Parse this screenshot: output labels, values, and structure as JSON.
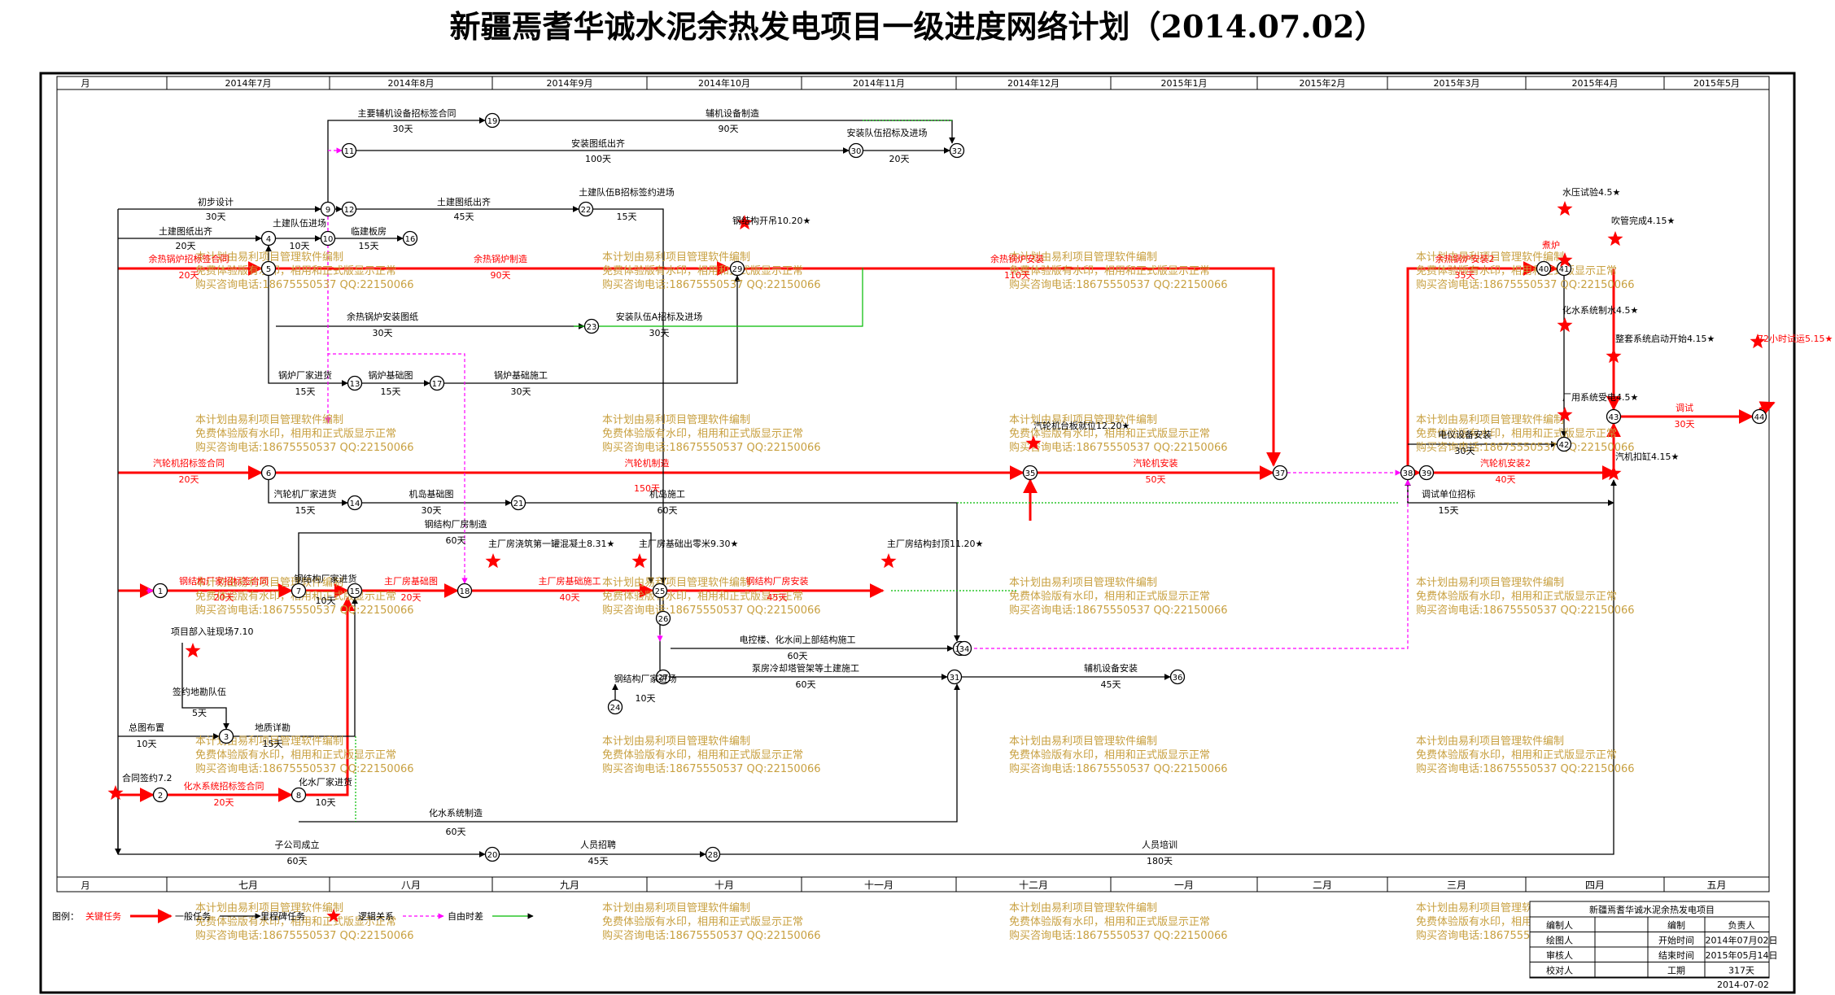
{
  "title": "新疆焉耆华诚水泥余热发电项目一级进度网络计划（2014.07.02）",
  "header": {
    "top_row_label": "月",
    "top_months": [
      "2014年7月",
      "2014年8月",
      "2014年9月",
      "2014年10月",
      "2014年11月",
      "2014年12月",
      "2015年1月",
      "2015年2月",
      "2015年3月",
      "2015年4月",
      "2015年5月"
    ],
    "bottom_row_label": "月",
    "bottom_months": [
      "七月",
      "八月",
      "九月",
      "十月",
      "十一月",
      "十二月",
      "一月",
      "二月",
      "三月",
      "四月",
      "五月"
    ]
  },
  "watermark": {
    "line1": "本计划由易利项目管理软件编制",
    "line2": "免费体验版有水印，相用和正式版显示正常",
    "line3": "购买咨询电话:18675550537 QQ:22150066"
  },
  "nodes": [
    "1",
    "2",
    "3",
    "4",
    "5",
    "6",
    "7",
    "8",
    "9",
    "10",
    "11",
    "12",
    "13",
    "14",
    "15",
    "16",
    "17",
    "18",
    "19",
    "20",
    "21",
    "22",
    "23",
    "24",
    "25",
    "26",
    "27",
    "28",
    "29",
    "30",
    "31",
    "32",
    "33",
    "34",
    "35",
    "36",
    "37",
    "38",
    "39",
    "40",
    "41",
    "42",
    "43",
    "44"
  ],
  "tasks": [
    {
      "name": "主要辅机设备招标签合同",
      "dur": "30天"
    },
    {
      "name": "辅机设备制造",
      "dur": "90天"
    },
    {
      "name": "安装图纸出齐",
      "dur": "100天"
    },
    {
      "name": "安装队伍招标及进场",
      "dur": "20天"
    },
    {
      "name": "初步设计",
      "dur": "30天"
    },
    {
      "name": "土建图纸出齐",
      "dur": "45天"
    },
    {
      "name": "土建队伍B招标签约进场",
      "dur": "15天"
    },
    {
      "name": "土建图纸出齐",
      "dur": "20天"
    },
    {
      "name": "土建队伍进场",
      "dur": "10天"
    },
    {
      "name": "临建板房",
      "dur": "15天"
    },
    {
      "name": "余热锅炉招标签合同",
      "dur": "20天"
    },
    {
      "name": "余热锅炉制造",
      "dur": "90天"
    },
    {
      "name": "余热锅炉安装",
      "dur": "110天"
    },
    {
      "name": "余热锅炉安装图纸",
      "dur": "30天"
    },
    {
      "name": "安装队伍A招标及进场",
      "dur": "30天"
    },
    {
      "name": "锅炉厂家进货",
      "dur": "15天"
    },
    {
      "name": "锅炉基础图",
      "dur": "15天"
    },
    {
      "name": "锅炉基础施工",
      "dur": "30天"
    },
    {
      "name": "汽轮机招标签合同",
      "dur": "20天"
    },
    {
      "name": "汽轮机制造",
      "dur": "150天"
    },
    {
      "name": "汽轮机安装",
      "dur": "50天"
    },
    {
      "name": "汽轮机厂家进货",
      "dur": "15天"
    },
    {
      "name": "机岛基础图",
      "dur": "30天"
    },
    {
      "name": "机岛施工",
      "dur": "60天"
    },
    {
      "name": "钢结构厂房制造",
      "dur": "60天"
    },
    {
      "name": "钢结构厂家招标签合同",
      "dur": "20天"
    },
    {
      "name": "钢结构厂家进货",
      "dur": "10天"
    },
    {
      "name": "主厂房基础图",
      "dur": "20天"
    },
    {
      "name": "主厂房基础施工",
      "dur": "40天"
    },
    {
      "name": "钢结构厂房安装",
      "dur": "45天"
    },
    {
      "name": "电控楼、化水间上部结构施工",
      "dur": "60天"
    },
    {
      "name": "泵房冷却塔管架等土建施工",
      "dur": "60天"
    },
    {
      "name": "辅机设备安装",
      "dur": "45天"
    },
    {
      "name": "钢结构厂家进场",
      "dur": "10天"
    },
    {
      "name": "签约地勘队伍",
      "dur": "5天"
    },
    {
      "name": "总图布置",
      "dur": "10天"
    },
    {
      "name": "地质详勘",
      "dur": "15天"
    },
    {
      "name": "化水系统招标签合同",
      "dur": "20天"
    },
    {
      "name": "化水厂家进货",
      "dur": "10天"
    },
    {
      "name": "化水系统制造",
      "dur": "60天"
    },
    {
      "name": "子公司成立",
      "dur": "60天"
    },
    {
      "name": "人员招聘",
      "dur": "45天"
    },
    {
      "name": "人员培训",
      "dur": "180天"
    },
    {
      "name": "余热锅炉安装2",
      "dur": "35天"
    },
    {
      "name": "汽轮机安装2",
      "dur": "40天"
    },
    {
      "name": "电仪设备安装",
      "dur": "30天"
    },
    {
      "name": "调试单位招标",
      "dur": "15天"
    },
    {
      "name": "调试",
      "dur": "30天"
    }
  ],
  "milestones": [
    "钢结构开吊10.20★",
    "项目部入驻现场7.10",
    "合同签约7.2",
    "主厂房浇筑第一罐混凝土8.31★",
    "主厂房基础出零米9.30★",
    "主厂房结构封顶11.20★",
    "汽轮机台板就位12.20★",
    "水压试验4.5★",
    "吹管完成4.15★",
    "煮炉",
    "化水系统制水4.5★",
    "整套系统启动开始4.15★",
    "72小时试运5.15★",
    "厂用系统受电4.5★",
    "汽机扣缸4.15★"
  ],
  "legend": {
    "label": "图例：",
    "items": [
      "关键任务",
      "一般任务",
      "里程碑任务",
      "逻辑关系",
      "自由时差"
    ]
  },
  "title_block": {
    "project": "新疆焉耆华诚水泥余热发电项目",
    "rows": [
      [
        "编制人",
        "",
        "编制",
        "负责人"
      ],
      [
        "绘图人",
        "",
        "开始时间",
        "2014年07月02日"
      ],
      [
        "审核人",
        "",
        "结束时间",
        "2015年05月14日"
      ],
      [
        "校对人",
        "",
        "工期",
        "317天"
      ]
    ],
    "date": "2014-07-02"
  },
  "colors": {
    "critical": "#ff0000",
    "normal": "#000000",
    "logic": "#ff00ff",
    "float": "#00bb00",
    "watermark": "#c8a040"
  }
}
